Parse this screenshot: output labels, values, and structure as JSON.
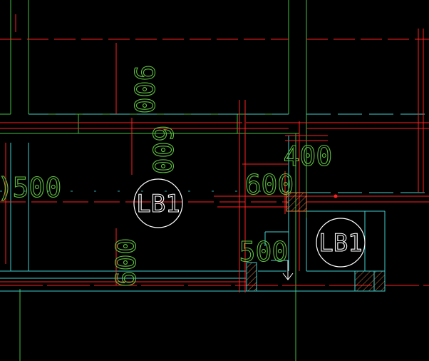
{
  "colors": {
    "background": "#000000",
    "beam_red": "#ff2020",
    "wall_green": "#3fbf3f",
    "axis_cyan": "#40d0d0",
    "dimension_text": "#5fbf3f",
    "label_white": "#ffffff",
    "hatch_orange": "#e08040"
  },
  "dimensions": {
    "dim_900": "900",
    "dim_600_top": "600",
    "dim_500_left": "500",
    "dim_600_bottom": "600",
    "dim_600_mid": "600",
    "dim_400": "400",
    "dim_500_right": "500"
  },
  "labels": {
    "slab_left": "LB1",
    "slab_right": "LB1"
  }
}
